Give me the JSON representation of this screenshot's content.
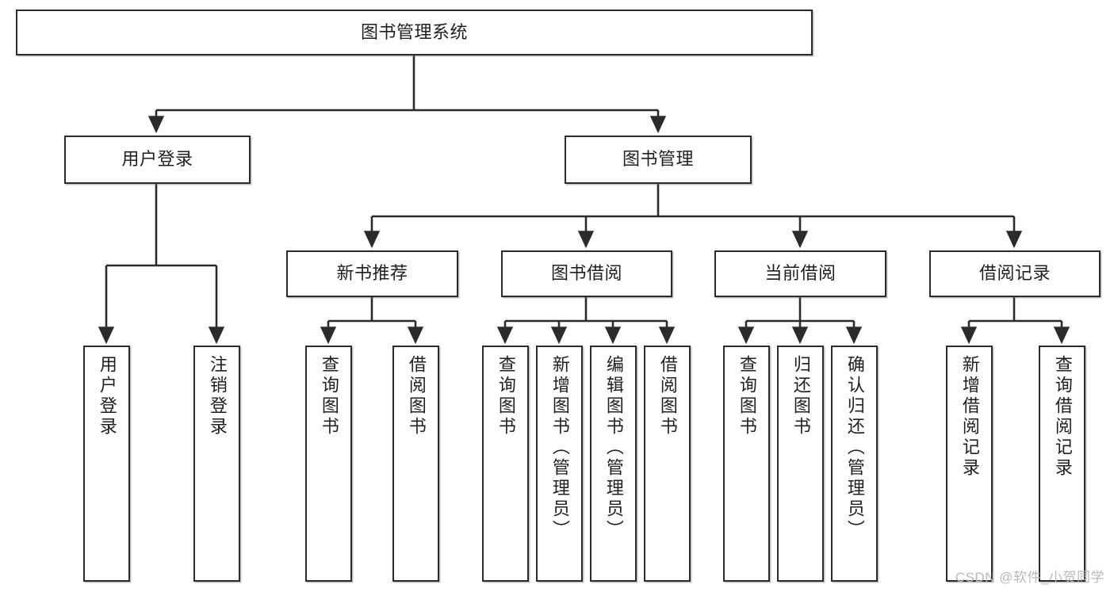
{
  "diagram": {
    "title": "图书管理系统",
    "watermark": "CSDN @软件_小贺同学",
    "style": {
      "background": "#ffffff",
      "line_color": "#2b2b2b",
      "box_fill": "#ffffff",
      "text_color": "#1f1f1f"
    },
    "nodes": {
      "root": {
        "label": "图书管理系统"
      },
      "level2": [
        {
          "id": "user-login",
          "label": "用户登录"
        },
        {
          "id": "book-management",
          "label": "图书管理"
        }
      ],
      "level3": [
        {
          "id": "new-book-recommend",
          "label": "新书推荐"
        },
        {
          "id": "book-borrow",
          "label": "图书借阅"
        },
        {
          "id": "current-borrow",
          "label": "当前借阅"
        },
        {
          "id": "borrow-record",
          "label": "借阅记录"
        }
      ],
      "leaves": {
        "user-login": [
          {
            "id": "leaf-user-login",
            "label": "用户登录"
          },
          {
            "id": "leaf-logout-login",
            "label": "注销登录"
          }
        ],
        "new-book-recommend": [
          {
            "id": "leaf-query-book-1",
            "label": "查询图书"
          },
          {
            "id": "leaf-borrow-book-1",
            "label": "借阅图书"
          }
        ],
        "book-borrow": [
          {
            "id": "leaf-query-book-2",
            "label": "查询图书"
          },
          {
            "id": "leaf-add-book",
            "label": "新增图书（管理员）"
          },
          {
            "id": "leaf-edit-book",
            "label": "编辑图书（管理员）"
          },
          {
            "id": "leaf-borrow-book-2",
            "label": "借阅图书"
          }
        ],
        "current-borrow": [
          {
            "id": "leaf-query-book-3",
            "label": "查询图书"
          },
          {
            "id": "leaf-return-book",
            "label": "归还图书"
          },
          {
            "id": "leaf-confirm-return",
            "label": "确认归还（管理员）"
          }
        ],
        "borrow-record": [
          {
            "id": "leaf-add-record",
            "label": "新增借阅记录"
          },
          {
            "id": "leaf-query-record",
            "label": "查询借阅记录"
          }
        ]
      }
    }
  }
}
